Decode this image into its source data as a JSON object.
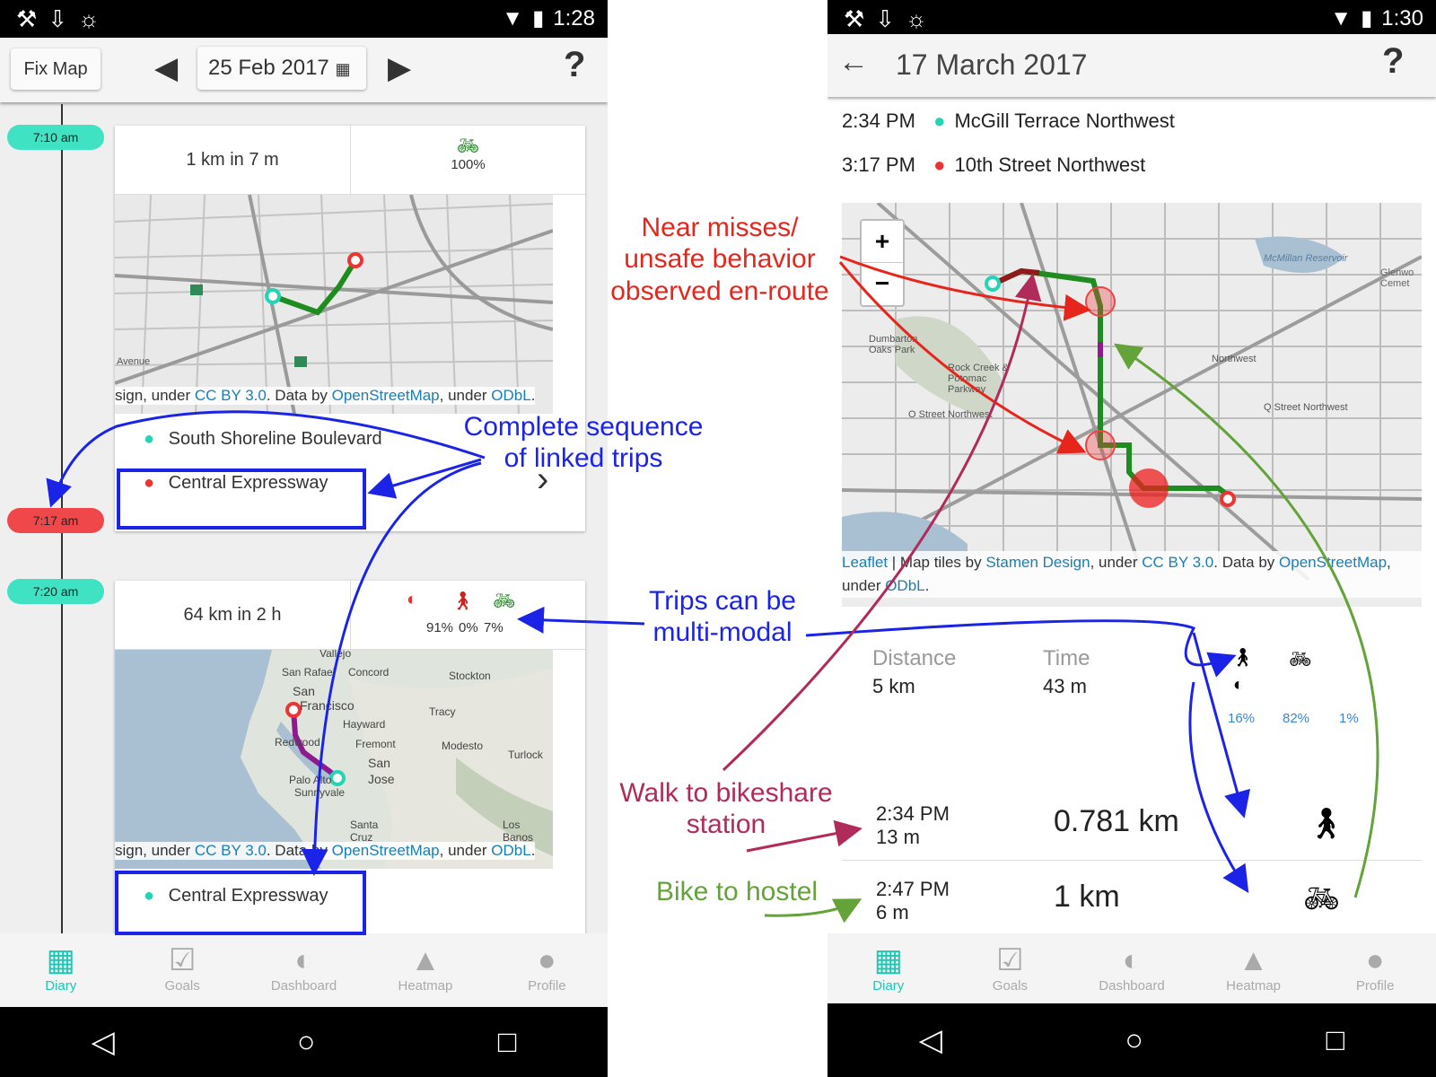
{
  "left_phone": {
    "status_time": "1:28",
    "toolbar": {
      "fix_map": "Fix Map",
      "date": "25 Feb 2017",
      "help": "?"
    },
    "trip1": {
      "start_time": "7:10 am",
      "end_time": "7:17 am",
      "summary": "1 km in 7 m",
      "mode_pct": "100%",
      "attribution": {
        "prefix": "sign, under ",
        "l1": "CC BY 3.0",
        "mid": ". Data by ",
        "l2": "OpenStreetMap",
        "mid2": ", under ",
        "l3": "ODbL",
        "end": "."
      },
      "start_place": "South Shoreline Boulevard",
      "end_place": "Central Expressway",
      "map_labels": [
        "Avenue"
      ]
    },
    "trip2": {
      "start_time": "7:20 am",
      "summary": "64 km in 2 h",
      "mode_pcts": [
        "91%",
        "0%",
        "7%"
      ],
      "attribution": {
        "prefix": "sign, under ",
        "l1": "CC BY 3.0",
        "mid": ". Data by ",
        "l2": "OpenStreetMap",
        "mid2": ", under ",
        "l3": "ODbL",
        "end": "."
      },
      "start_place": "Central Expressway",
      "map_labels": [
        "Vallejo",
        "San Rafael",
        "Concord",
        "Stockton",
        "San",
        "Francisco",
        "Tracy",
        "Hayward",
        "Fremont",
        "Modesto",
        "Turlock",
        "Redwood",
        "San",
        "Jose",
        "Palo Alto",
        "Sunnyvale",
        "Santa",
        "Cruz",
        "Los Banos"
      ]
    },
    "nav": [
      "Diary",
      "Goals",
      "Dashboard",
      "Heatmap",
      "Profile"
    ]
  },
  "right_phone": {
    "status_time": "1:30",
    "title": "17 March 2017",
    "help": "?",
    "start": {
      "time": "2:34 PM",
      "place": "McGill Terrace Northwest"
    },
    "end": {
      "time": "3:17 PM",
      "place": "10th Street Northwest"
    },
    "zoom_in": "+",
    "zoom_out": "−",
    "map_labels": [
      "McMillan Reservoir",
      "Glenwo Cemet",
      "Dumbarton Oaks Park",
      "Rock Creek & Potomac Parkway",
      "O Street Northwest",
      "Q Street Northwest",
      "Northwest"
    ],
    "attribution": {
      "l1": "Leaflet",
      "a": " | Map tiles by ",
      "l2": "Stamen Design",
      "b": ", under ",
      "l3": "CC BY 3.0",
      "c": ". Data by ",
      "l4": "OpenStreetMap",
      "d": ", under ",
      "l5": "ODbL",
      "e": "."
    },
    "distance_label": "Distance",
    "distance": "5 km",
    "time_label": "Time",
    "time": "43 m",
    "mode_pcts": [
      "16%",
      "82%",
      "1%"
    ],
    "sections": [
      {
        "time": "2:34 PM",
        "duration": "13 m",
        "distance": "0.781 km",
        "mode_icon": "walk-icon"
      },
      {
        "time": "2:47 PM",
        "duration": "6 m",
        "distance": "1 km",
        "mode_icon": "bike-icon"
      }
    ],
    "nav": [
      "Diary",
      "Goals",
      "Dashboard",
      "Heatmap",
      "Profile"
    ]
  },
  "annotations": {
    "linked": [
      "Complete sequence",
      "of linked trips"
    ],
    "multimodal": [
      "Trips can be",
      "multi-modal"
    ],
    "near_miss": [
      "Near misses/",
      "unsafe behavior",
      "observed en-route"
    ],
    "walk": [
      "Walk to bikeshare",
      "station"
    ],
    "bike": "Bike to hostel"
  },
  "colors": {
    "accent": "#1ec7b4",
    "annotation_blue": "#1b24e6",
    "annotation_red": "#e6261c",
    "annotation_maroon": "#b02a5a",
    "annotation_green": "#63a33a",
    "route_green": "#1e8c1e",
    "route_purple": "#8e1a8e",
    "end_red": "#ee3333"
  }
}
